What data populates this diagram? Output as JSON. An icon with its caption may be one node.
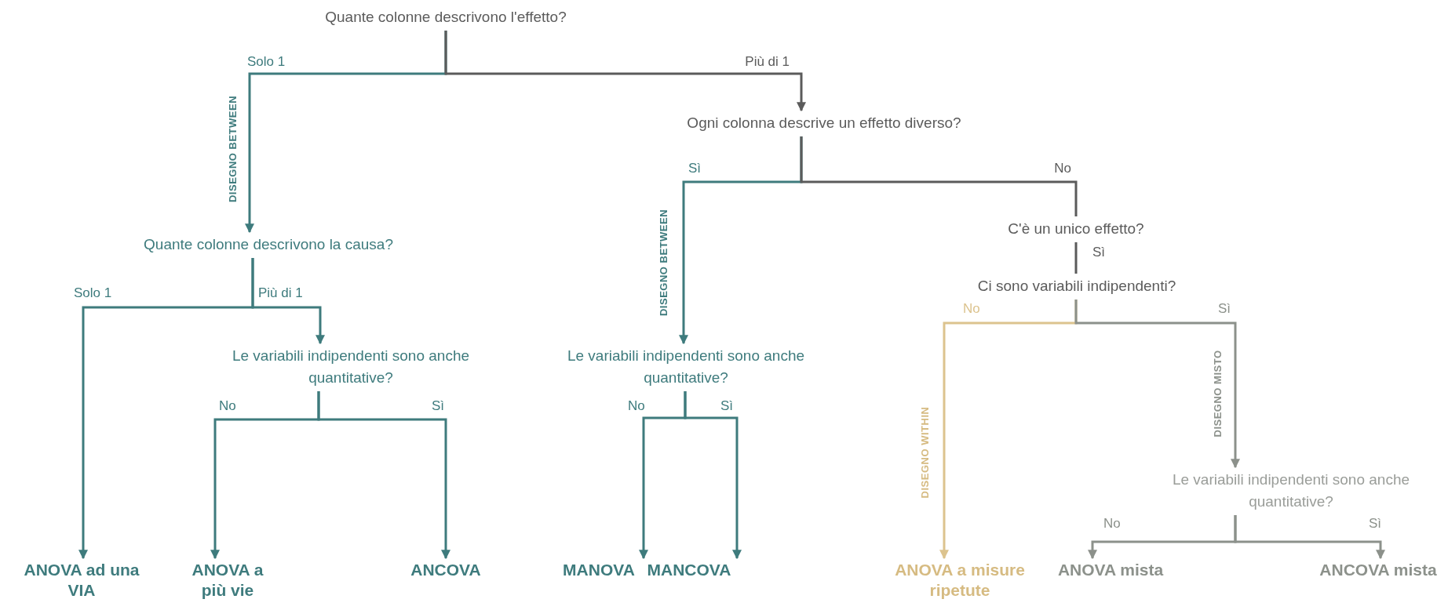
{
  "diagram": {
    "nodes": [
      {
        "text": [
          "Quante colonne descrivono l'effetto?"
        ]
      },
      {
        "text": [
          "Quante colonne descrivono la causa?"
        ]
      },
      {
        "text": [
          "Ogni colonna descrive un effetto diverso?"
        ]
      },
      {
        "text": [
          "Le variabili indipendenti sono anche quantitative?"
        ]
      },
      {
        "text": [
          "ANOVA ad una VIA"
        ]
      },
      {
        "text": [
          "ANOVA a più vie"
        ]
      },
      {
        "text": [
          "ANCOVA"
        ]
      },
      {
        "text": [
          "Le variabili indipendenti sono anche quantitative?"
        ]
      },
      {
        "text": [
          "MANOVA"
        ]
      },
      {
        "text": [
          "MANCOVA"
        ]
      },
      {
        "text": [
          "C'è un unico effetto?"
        ]
      },
      {
        "text": [
          "Ci sono variabili indipendenti?"
        ]
      },
      {
        "text": [
          "ANOVA a misure ripetute"
        ]
      },
      {
        "text": [
          "Le variabili indipendenti sono anche quantitative?"
        ]
      },
      {
        "text": [
          "ANOVA mista"
        ]
      },
      {
        "text": [
          "ANCOVA mista"
        ]
      }
    ],
    "edges": [
      {
        "from": 0,
        "to": 1,
        "arrow": "to",
        "label": "Solo 1"
      },
      {
        "from": 0,
        "to": 2,
        "arrow": "to",
        "label": "Più di 1",
        "color": "#5b5b5b"
      },
      {
        "from": 1,
        "to": 4,
        "arrow": "to",
        "label": "Solo 1"
      },
      {
        "from": 1,
        "to": 3,
        "arrow": "to",
        "label": "Più di 1"
      },
      {
        "from": 3,
        "to": 5,
        "arrow": "to",
        "label": "No"
      },
      {
        "from": 3,
        "to": 6,
        "arrow": "to",
        "label": "Sì"
      },
      {
        "from": 2,
        "to": 7,
        "arrow": "to",
        "label": "Sì"
      },
      {
        "from": 2,
        "to": 10,
        "arrow": "none",
        "label": "No",
        "color": "#5b5b5b"
      },
      {
        "from": 10,
        "to": 11,
        "arrow": "none",
        "label": "Sì",
        "color": "#5b5b5b"
      },
      {
        "from": 7,
        "to": 8,
        "arrow": "to",
        "label": "No"
      },
      {
        "from": 7,
        "to": 9,
        "arrow": "to",
        "label": "Sì"
      },
      {
        "from": 11,
        "to": 12,
        "arrow": "to",
        "label": "No",
        "color": "#dcc38e"
      },
      {
        "from": 11,
        "to": 13,
        "arrow": "to",
        "label": "Sì",
        "color": "#8c918b"
      },
      {
        "from": 13,
        "to": 14,
        "arrow": "to",
        "label": "No",
        "color": "#8c918b"
      },
      {
        "from": 13,
        "to": 15,
        "arrow": "to",
        "label": "Sì",
        "color": "#8c918b"
      }
    ],
    "labels": [
      "DISEGNO BETWEEN",
      "DISEGNO BETWEEN",
      "DISEGNO WITHIN",
      "DISEGNO MISTO"
    ]
  }
}
